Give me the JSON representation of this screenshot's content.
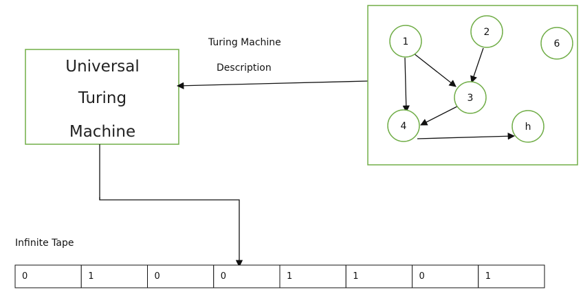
{
  "colors": {
    "box_border": "#70ad47",
    "line": "#111111",
    "background": "#ffffff"
  },
  "universal_machine": {
    "lines": [
      "Universal",
      "Turing",
      "Machine"
    ]
  },
  "description_label": {
    "line1": "Turing Machine",
    "line2": "Description"
  },
  "state_graph": {
    "nodes": [
      "1",
      "2",
      "6",
      "3",
      "4",
      "h"
    ],
    "edges": [
      [
        "1",
        "3"
      ],
      [
        "2",
        "3"
      ],
      [
        "1",
        "4"
      ],
      [
        "3",
        "4"
      ],
      [
        "4",
        "h"
      ]
    ]
  },
  "tape": {
    "label": "Infinite Tape",
    "cells": [
      "0",
      "1",
      "0",
      "0",
      "1",
      "1",
      "0",
      "1"
    ]
  }
}
